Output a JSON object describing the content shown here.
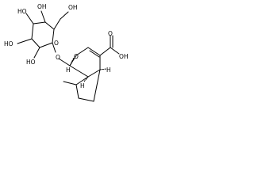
{
  "molecule": {
    "atom_labels": {
      "sugar_oh_top_left": "HO",
      "sugar_oh_top": "OH",
      "sugar_oh_left": "HO",
      "sugar_oh_bottom": "HO",
      "sugar_ch2oh": "OH",
      "sugar_ring_o": "O",
      "glycosidic_o": "O",
      "pyran_o": "O",
      "acid_o": "O",
      "acid_oh": "OH",
      "stereo_h_top": "H",
      "stereo_h_right": "H",
      "stereo_h_bottom": "H"
    }
  }
}
